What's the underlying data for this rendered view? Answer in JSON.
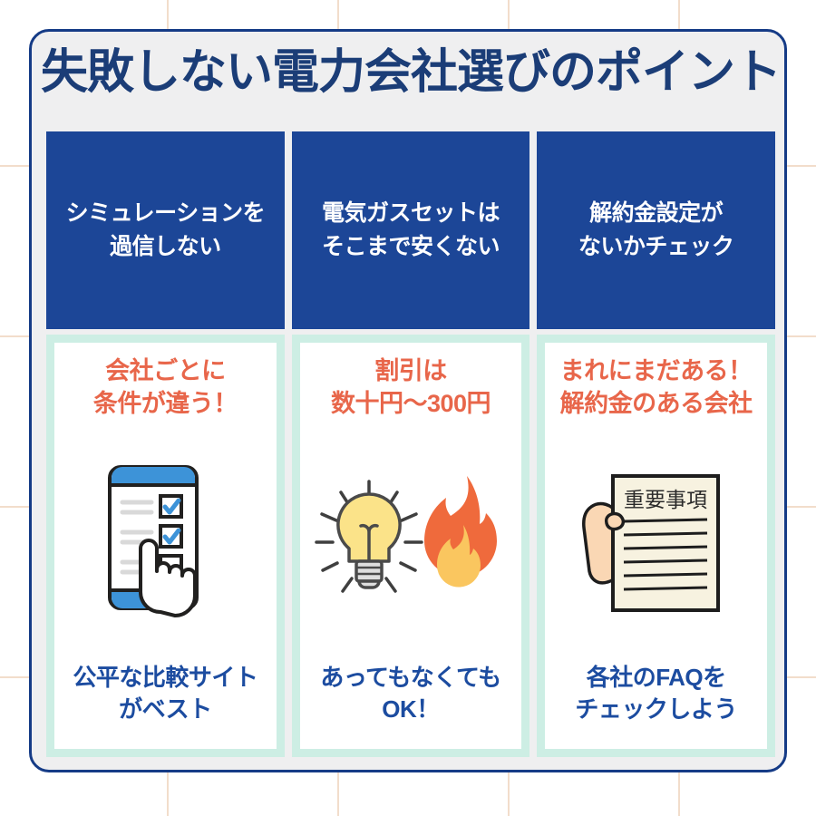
{
  "page": {
    "title": "失敗しない電力会社選びのポイント",
    "background": "#ffffff",
    "grid_color": "#f2ddcb",
    "card_fill": "#efeff0",
    "card_border": "#153b86"
  },
  "colors": {
    "header_blue": "#1c4697",
    "title_navy": "#1b3d77",
    "accent_orange": "#e8664a",
    "body_blue": "#1c4ca0",
    "mint_border": "#cdeee4"
  },
  "columns": [
    {
      "header_line1": "シミュレーションを",
      "header_line2": "過信しない",
      "top_line1": "会社ごとに",
      "top_line2": "条件が違う！",
      "illustration": "smartphone-checklist-icon",
      "bottom_line1": "公平な比較サイト",
      "bottom_line2": "がベスト"
    },
    {
      "header_line1": "電気ガスセットは",
      "header_line2": "そこまで安くない",
      "top_line1": "割引は",
      "top_line2": "数十円〜300円",
      "illustration": "lightbulb-flame-icon",
      "bottom_line1": "あってもなくても",
      "bottom_line2": "OK！"
    },
    {
      "header_line1": "解約金設定が",
      "header_line2": "ないかチェック",
      "top_line1": "まれにまだある！",
      "top_line2": "解約金のある会社",
      "illustration": "hand-holding-document-icon",
      "document_heading": "重要事項",
      "bottom_line1": "各社のFAQを",
      "bottom_line2": "チェックしよう"
    }
  ]
}
